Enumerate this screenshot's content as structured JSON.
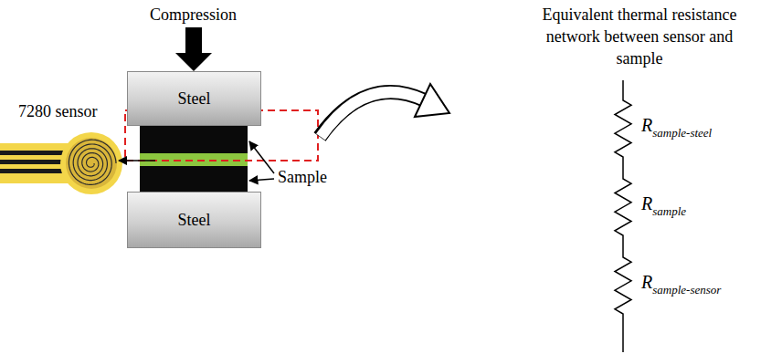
{
  "diagram": {
    "nodes": [
      {
        "text": [
          "Steel"
        ]
      },
      {
        "text": [
          "Steel"
        ]
      }
    ],
    "labels": [
      "Compression",
      "Equivalent thermal resistance network between sensor and sample",
      "7280 sensor",
      "Sample",
      "Rsample-steel",
      "Rsample",
      "Rsample-sensor"
    ]
  }
}
